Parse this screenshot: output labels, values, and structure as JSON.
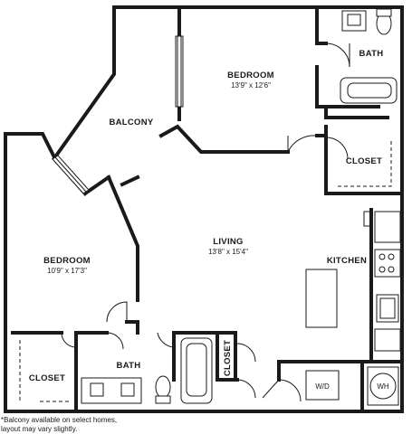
{
  "rooms": {
    "bedroom_1": {
      "name": "BEDROOM",
      "dims": "13'9\" x 12'6\""
    },
    "bedroom_2": {
      "name": "BEDROOM",
      "dims": "10'9\" x 17'3\""
    },
    "living": {
      "name": "LIVING",
      "dims": "13'8\" x 15'4\""
    },
    "balcony": {
      "name": "BALCONY"
    },
    "kitchen": {
      "name": "KITCHEN"
    },
    "bath_1": {
      "name": "BATH"
    },
    "bath_2": {
      "name": "BATH"
    },
    "closet_1": {
      "name": "CLOSET"
    },
    "closet_2": {
      "name": "CLOSET"
    },
    "closet_3": {
      "name": "CLOSET"
    }
  },
  "appliances": {
    "washer_dryer": "W/D",
    "water_heater": "WH"
  },
  "footnote": {
    "line1": "*Balcony available on select homes,",
    "line2": "layout may vary slightly."
  }
}
